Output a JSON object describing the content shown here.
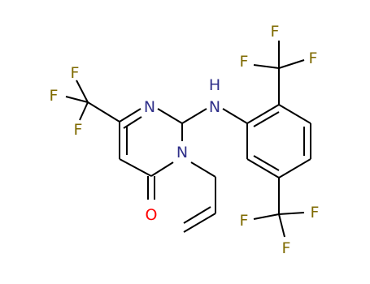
{
  "atoms": {
    "F1": "F",
    "F2": "F",
    "F3": "F",
    "F4": "F",
    "F5": "F",
    "F6": "F",
    "F7": "F",
    "F8": "F",
    "F9": "F",
    "N_ring": "N",
    "N_sub": "N",
    "NH": "H",
    "NH_N": "N",
    "O": "O"
  },
  "colors": {
    "bond": "#000000",
    "fluorine": "#7f6a00",
    "nitrogen": "#30308a",
    "oxygen": "#ff0000"
  }
}
